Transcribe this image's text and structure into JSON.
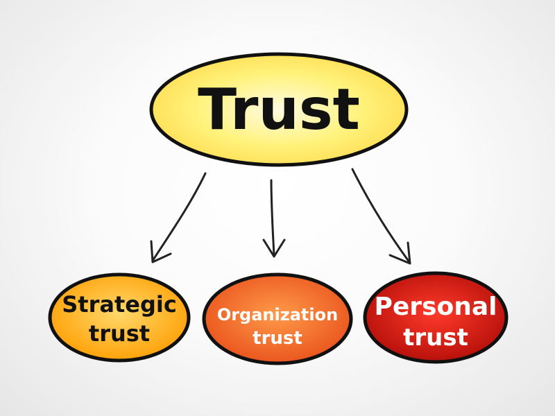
{
  "diagram": {
    "root": {
      "label": "Trust",
      "color": "#fff27a"
    },
    "children": [
      {
        "line1": "Strategic",
        "line2": "trust",
        "color": "#ffb000"
      },
      {
        "line1": "Organization",
        "line2": "trust",
        "color": "#f56a1a"
      },
      {
        "line1": "Personal",
        "line2": "trust",
        "color": "#d0180f"
      }
    ]
  }
}
